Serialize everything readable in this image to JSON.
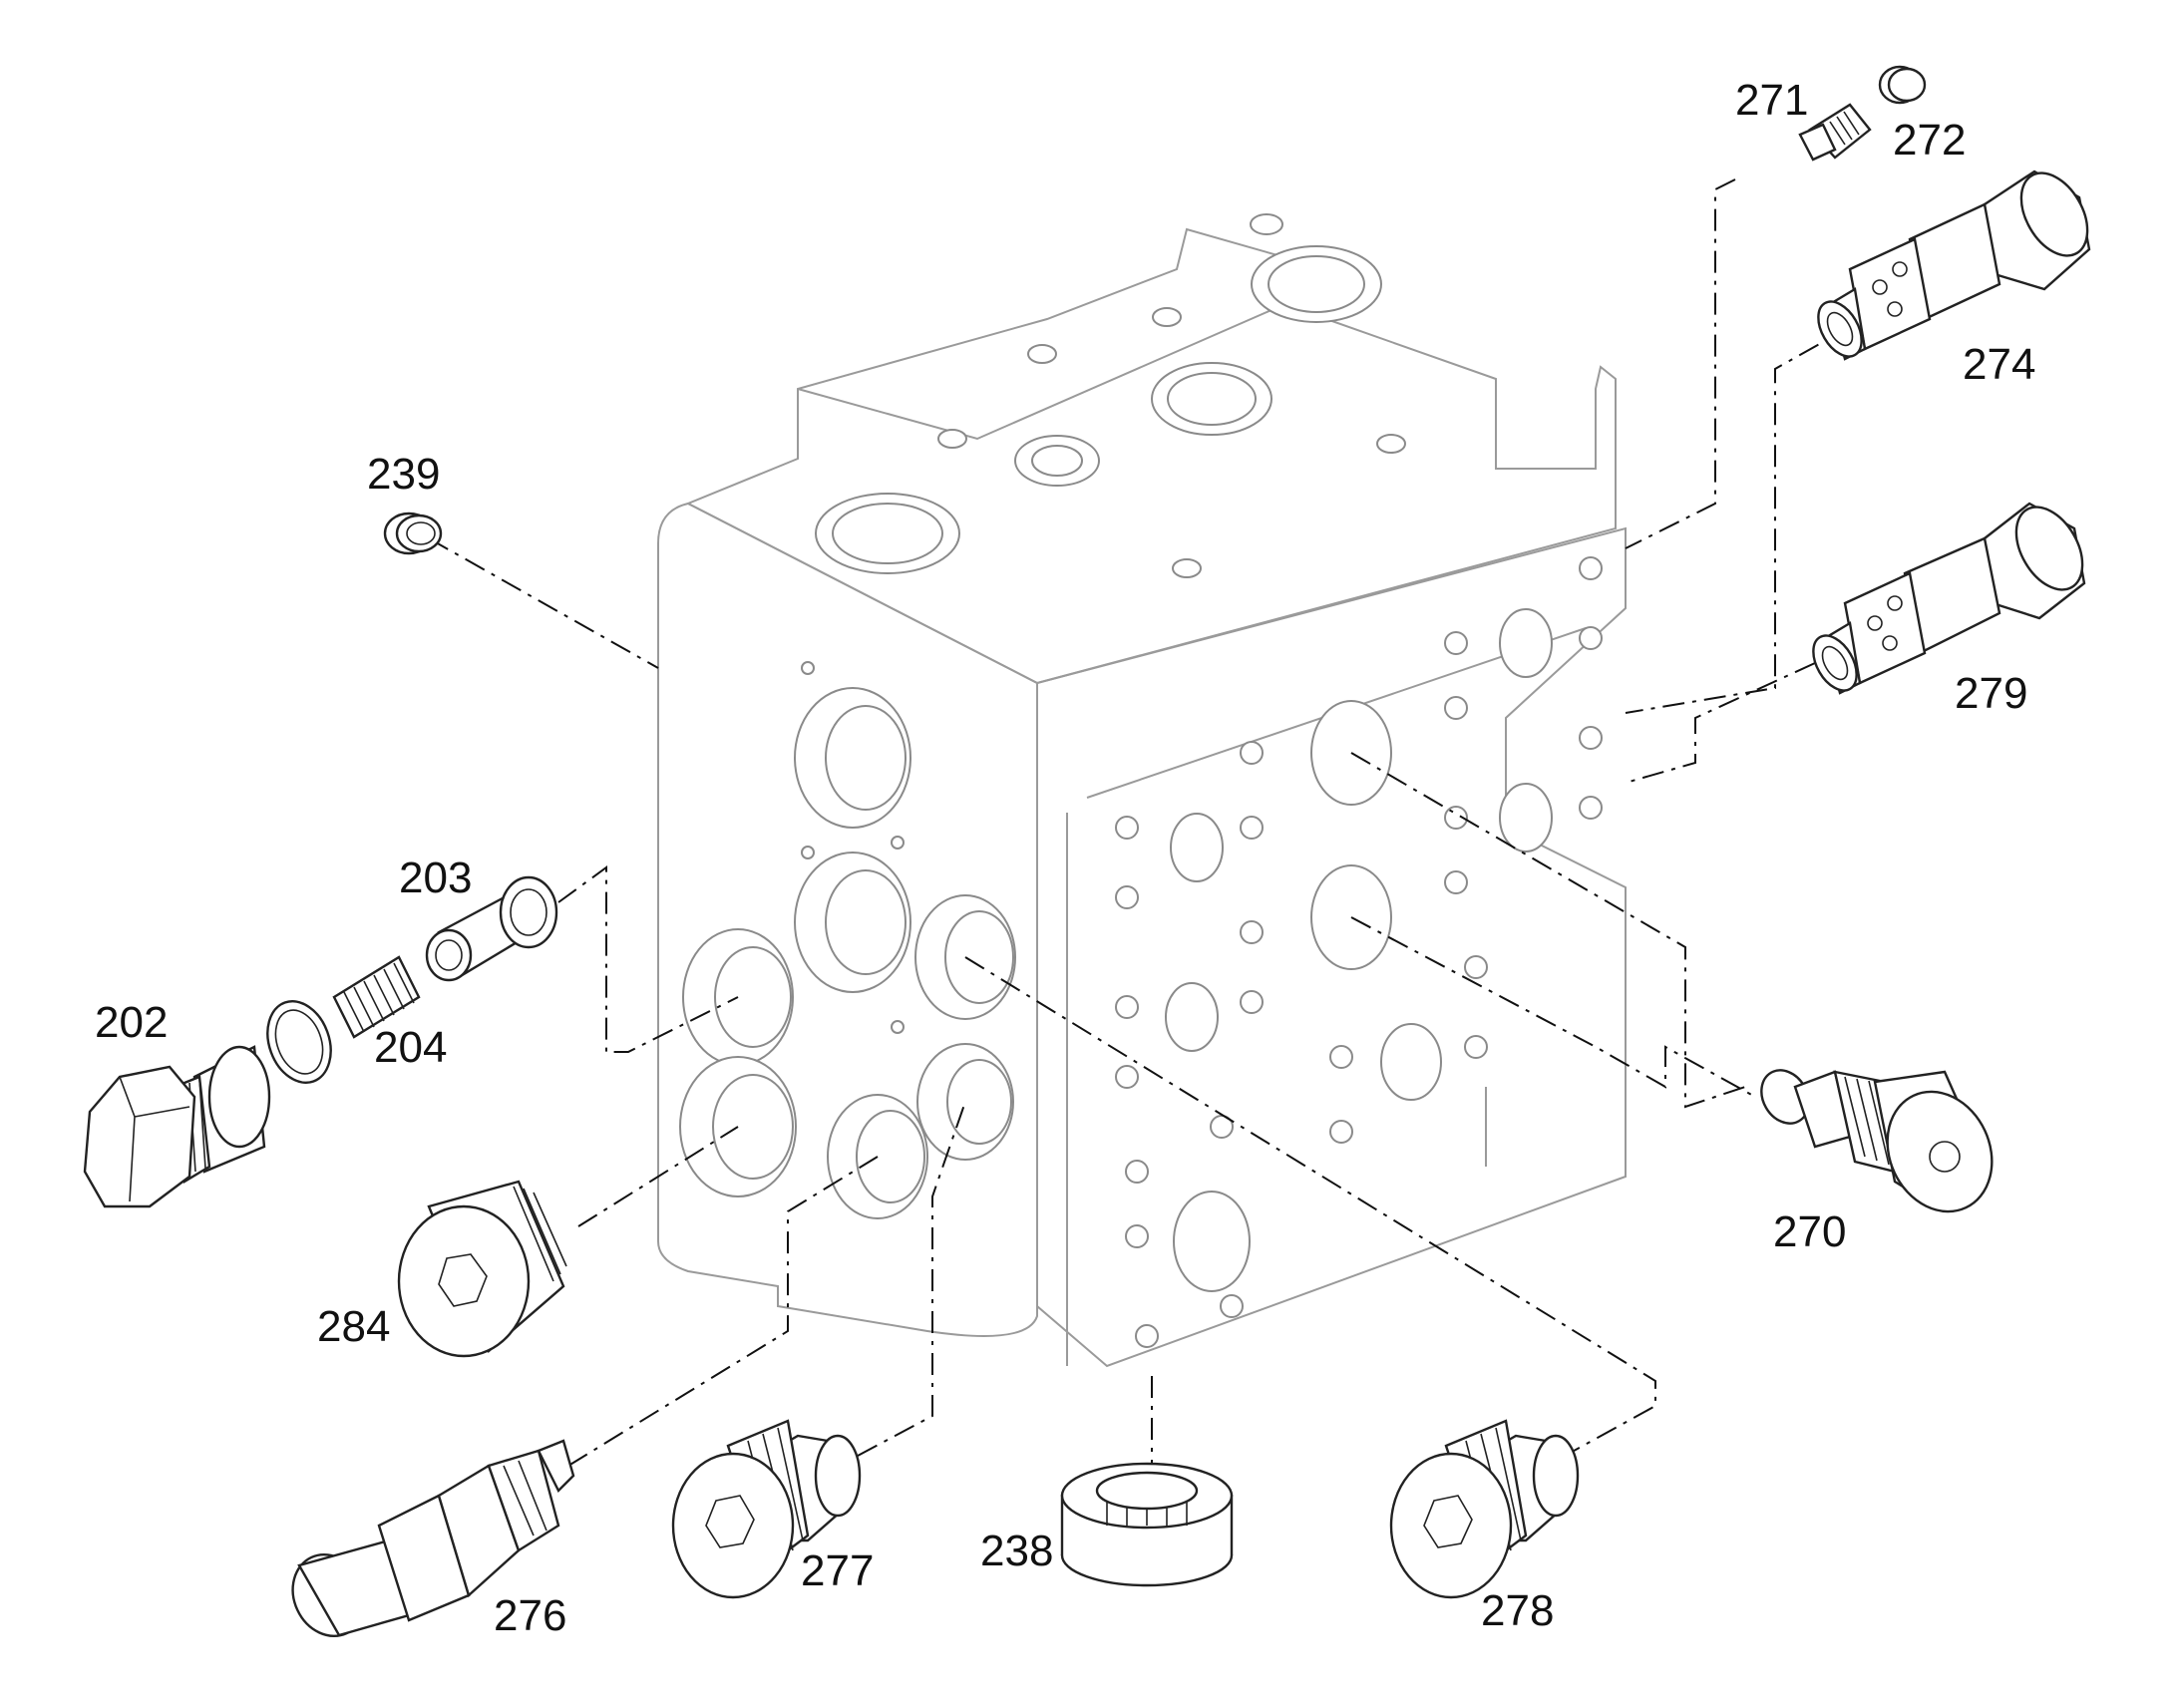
{
  "labels": {
    "p202": "202",
    "p203": "203",
    "p204": "204",
    "p238": "238",
    "p239": "239",
    "p270": "270",
    "p271": "271",
    "p272": "272",
    "p274": "274",
    "p276": "276",
    "p277": "277",
    "p278": "278",
    "p279": "279",
    "p284": "284"
  }
}
